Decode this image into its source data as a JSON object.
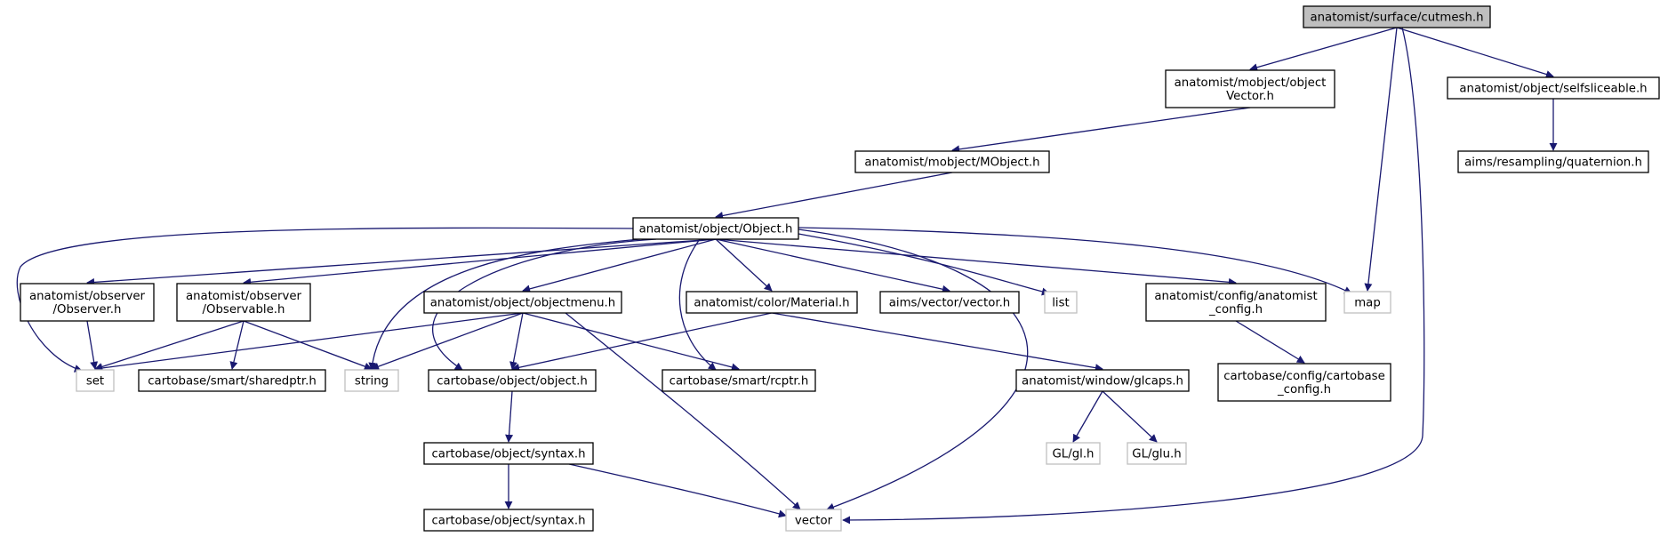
{
  "colors": {
    "edge": "#191970",
    "box_stroke": "#000000",
    "system_box_stroke": "#bfbfbf",
    "root_fill": "#bfbfbf",
    "box_fill": "#ffffff"
  },
  "nodes": [
    {
      "id": "cutmesh",
      "lines": [
        "anatomist/surface/cutmesh.h"
      ],
      "kind": "root"
    },
    {
      "id": "objectvector",
      "lines": [
        "anatomist/mobject/object",
        "Vector.h"
      ],
      "kind": "local"
    },
    {
      "id": "selfsliceable",
      "lines": [
        "anatomist/object/selfsliceable.h"
      ],
      "kind": "local"
    },
    {
      "id": "quaternion",
      "lines": [
        "aims/resampling/quaternion.h"
      ],
      "kind": "local"
    },
    {
      "id": "mobject",
      "lines": [
        "anatomist/mobject/MObject.h"
      ],
      "kind": "local"
    },
    {
      "id": "object_h",
      "lines": [
        "anatomist/object/Object.h"
      ],
      "kind": "local"
    },
    {
      "id": "observer",
      "lines": [
        "anatomist/observer",
        "/Observer.h"
      ],
      "kind": "local"
    },
    {
      "id": "observable",
      "lines": [
        "anatomist/observer",
        "/Observable.h"
      ],
      "kind": "local"
    },
    {
      "id": "objectmenu",
      "lines": [
        "anatomist/object/objectmenu.h"
      ],
      "kind": "local"
    },
    {
      "id": "material",
      "lines": [
        "anatomist/color/Material.h"
      ],
      "kind": "local"
    },
    {
      "id": "aimsvector",
      "lines": [
        "aims/vector/vector.h"
      ],
      "kind": "local"
    },
    {
      "id": "list",
      "lines": [
        "list"
      ],
      "kind": "system"
    },
    {
      "id": "anaconfig",
      "lines": [
        "anatomist/config/anatomist",
        "_config.h"
      ],
      "kind": "local"
    },
    {
      "id": "map",
      "lines": [
        "map"
      ],
      "kind": "system"
    },
    {
      "id": "set",
      "lines": [
        "set"
      ],
      "kind": "system"
    },
    {
      "id": "sharedptr",
      "lines": [
        "cartobase/smart/sharedptr.h"
      ],
      "kind": "local"
    },
    {
      "id": "string",
      "lines": [
        "string"
      ],
      "kind": "system"
    },
    {
      "id": "cbobject",
      "lines": [
        "cartobase/object/object.h"
      ],
      "kind": "local"
    },
    {
      "id": "rcptr",
      "lines": [
        "cartobase/smart/rcptr.h"
      ],
      "kind": "local"
    },
    {
      "id": "glcaps",
      "lines": [
        "anatomist/window/glcaps.h"
      ],
      "kind": "local"
    },
    {
      "id": "cbconfig",
      "lines": [
        "cartobase/config/cartobase",
        "_config.h"
      ],
      "kind": "local"
    },
    {
      "id": "syntax1",
      "lines": [
        "cartobase/object/syntax.h"
      ],
      "kind": "local"
    },
    {
      "id": "gl",
      "lines": [
        "GL/gl.h"
      ],
      "kind": "system"
    },
    {
      "id": "glu",
      "lines": [
        "GL/glu.h"
      ],
      "kind": "system"
    },
    {
      "id": "vector",
      "lines": [
        "vector"
      ],
      "kind": "system"
    },
    {
      "id": "syntax2",
      "lines": [
        "cartobase/object/syntax.h"
      ],
      "kind": "local"
    }
  ],
  "edges": [
    [
      "cutmesh",
      "objectvector"
    ],
    [
      "cutmesh",
      "selfsliceable"
    ],
    [
      "cutmesh",
      "map"
    ],
    [
      "cutmesh",
      "vector"
    ],
    [
      "selfsliceable",
      "quaternion"
    ],
    [
      "objectvector",
      "mobject"
    ],
    [
      "mobject",
      "object_h"
    ],
    [
      "object_h",
      "observer"
    ],
    [
      "object_h",
      "observable"
    ],
    [
      "object_h",
      "objectmenu"
    ],
    [
      "object_h",
      "material"
    ],
    [
      "object_h",
      "aimsvector"
    ],
    [
      "object_h",
      "list"
    ],
    [
      "object_h",
      "anaconfig"
    ],
    [
      "object_h",
      "map"
    ],
    [
      "object_h",
      "set"
    ],
    [
      "object_h",
      "string"
    ],
    [
      "object_h",
      "cbobject"
    ],
    [
      "object_h",
      "rcptr"
    ],
    [
      "object_h",
      "vector"
    ],
    [
      "observer",
      "set"
    ],
    [
      "observable",
      "set"
    ],
    [
      "observable",
      "sharedptr"
    ],
    [
      "observable",
      "string"
    ],
    [
      "objectmenu",
      "set"
    ],
    [
      "objectmenu",
      "string"
    ],
    [
      "objectmenu",
      "cbobject"
    ],
    [
      "objectmenu",
      "rcptr"
    ],
    [
      "objectmenu",
      "vector"
    ],
    [
      "material",
      "cbobject"
    ],
    [
      "material",
      "glcaps"
    ],
    [
      "anaconfig",
      "cbconfig"
    ],
    [
      "cbobject",
      "syntax1"
    ],
    [
      "syntax1",
      "syntax2"
    ],
    [
      "syntax1",
      "vector"
    ],
    [
      "glcaps",
      "gl"
    ],
    [
      "glcaps",
      "glu"
    ]
  ]
}
